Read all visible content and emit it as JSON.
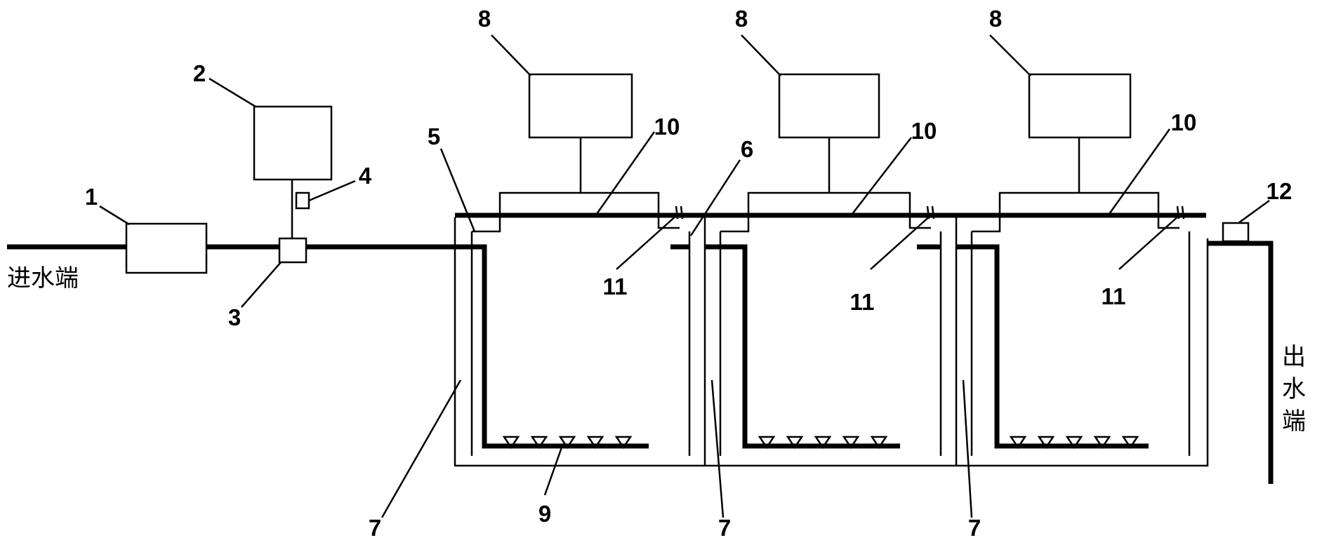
{
  "labels": {
    "inlet": "进水端",
    "outlet": [
      "出",
      "水",
      "端"
    ],
    "n1": "1",
    "n2": "2",
    "n3": "3",
    "n4": "4",
    "n5": "5",
    "n6": "6",
    "n7": "7",
    "n8": "8",
    "n9": "9",
    "n10": "10",
    "n11": "11",
    "n12": "12"
  }
}
